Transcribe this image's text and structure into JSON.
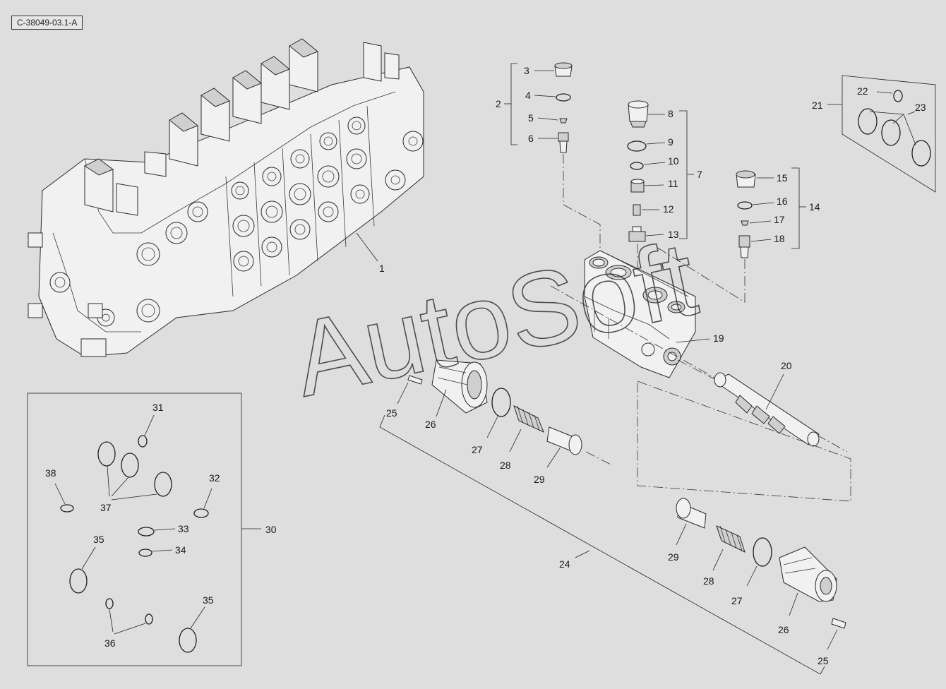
{
  "reference": "C-38049-03.1-A",
  "watermark": "AutoSoft",
  "labels": {
    "l1": "1",
    "l2": "2",
    "l3": "3",
    "l4": "4",
    "l5": "5",
    "l6": "6",
    "l7": "7",
    "l8": "8",
    "l9": "9",
    "l10": "10",
    "l11": "11",
    "l12": "12",
    "l13": "13",
    "l14": "14",
    "l15": "15",
    "l16": "16",
    "l17": "17",
    "l18": "18",
    "l19": "19",
    "l20": "20",
    "l21": "21",
    "l22": "22",
    "l23": "23",
    "l24": "24",
    "l25": "25",
    "l26": "26",
    "l27": "27",
    "l28": "28",
    "l29": "29",
    "l30": "30",
    "l31": "31",
    "l32": "32",
    "l33": "33",
    "l34": "34",
    "l35": "35",
    "l36": "36",
    "l37": "37",
    "l38": "38"
  },
  "colors": {
    "background": "#dedede",
    "ink": "#1a1a1a"
  }
}
